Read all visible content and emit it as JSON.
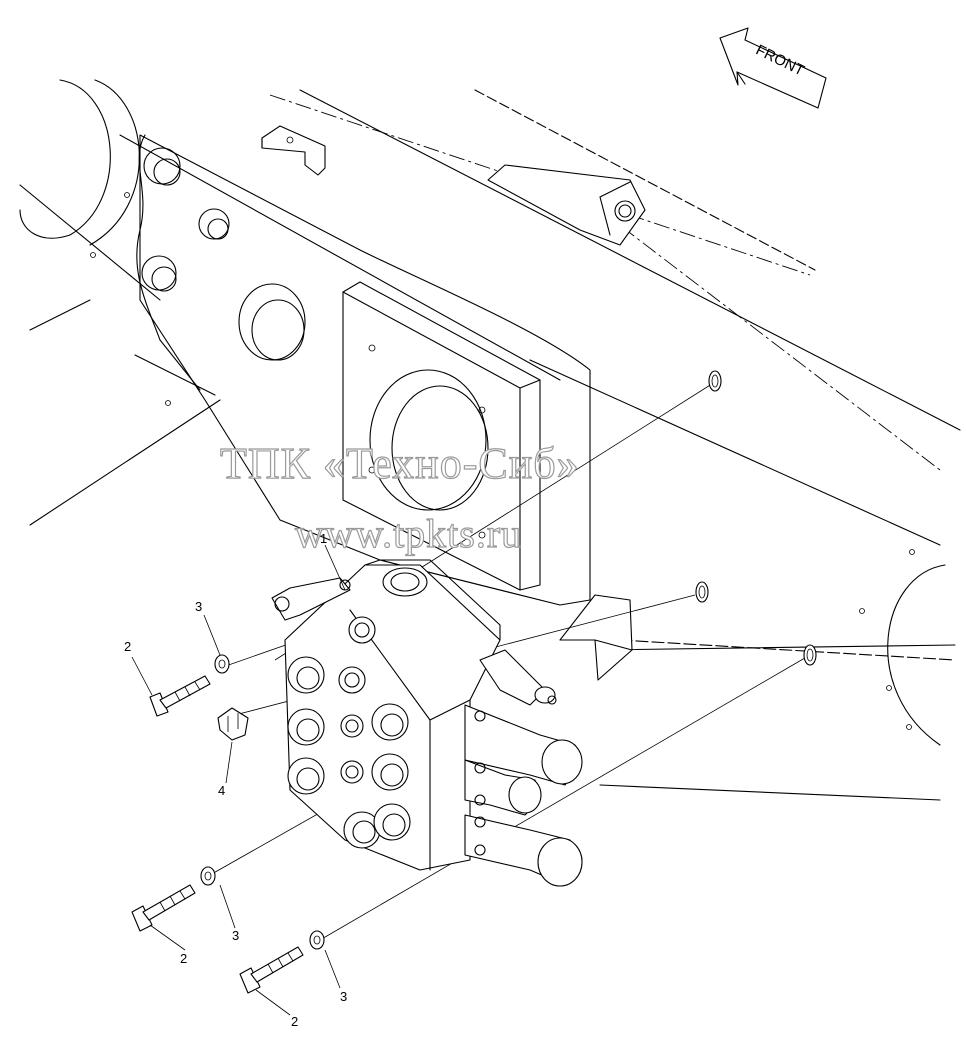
{
  "direction_arrow": {
    "label": "FRONT"
  },
  "watermark": {
    "company": "ТПК «Техно-Сиб»",
    "website": "www.tpkts.ru"
  },
  "callouts": [
    {
      "id": "callout-1a",
      "text": "1"
    },
    {
      "id": "callout-2a",
      "text": "2"
    },
    {
      "id": "callout-3a",
      "text": "3"
    },
    {
      "id": "callout-4",
      "text": "4"
    },
    {
      "id": "callout-2b",
      "text": "2"
    },
    {
      "id": "callout-3b",
      "text": "3"
    },
    {
      "id": "callout-2c",
      "text": "2"
    },
    {
      "id": "callout-3c",
      "text": "3"
    }
  ]
}
